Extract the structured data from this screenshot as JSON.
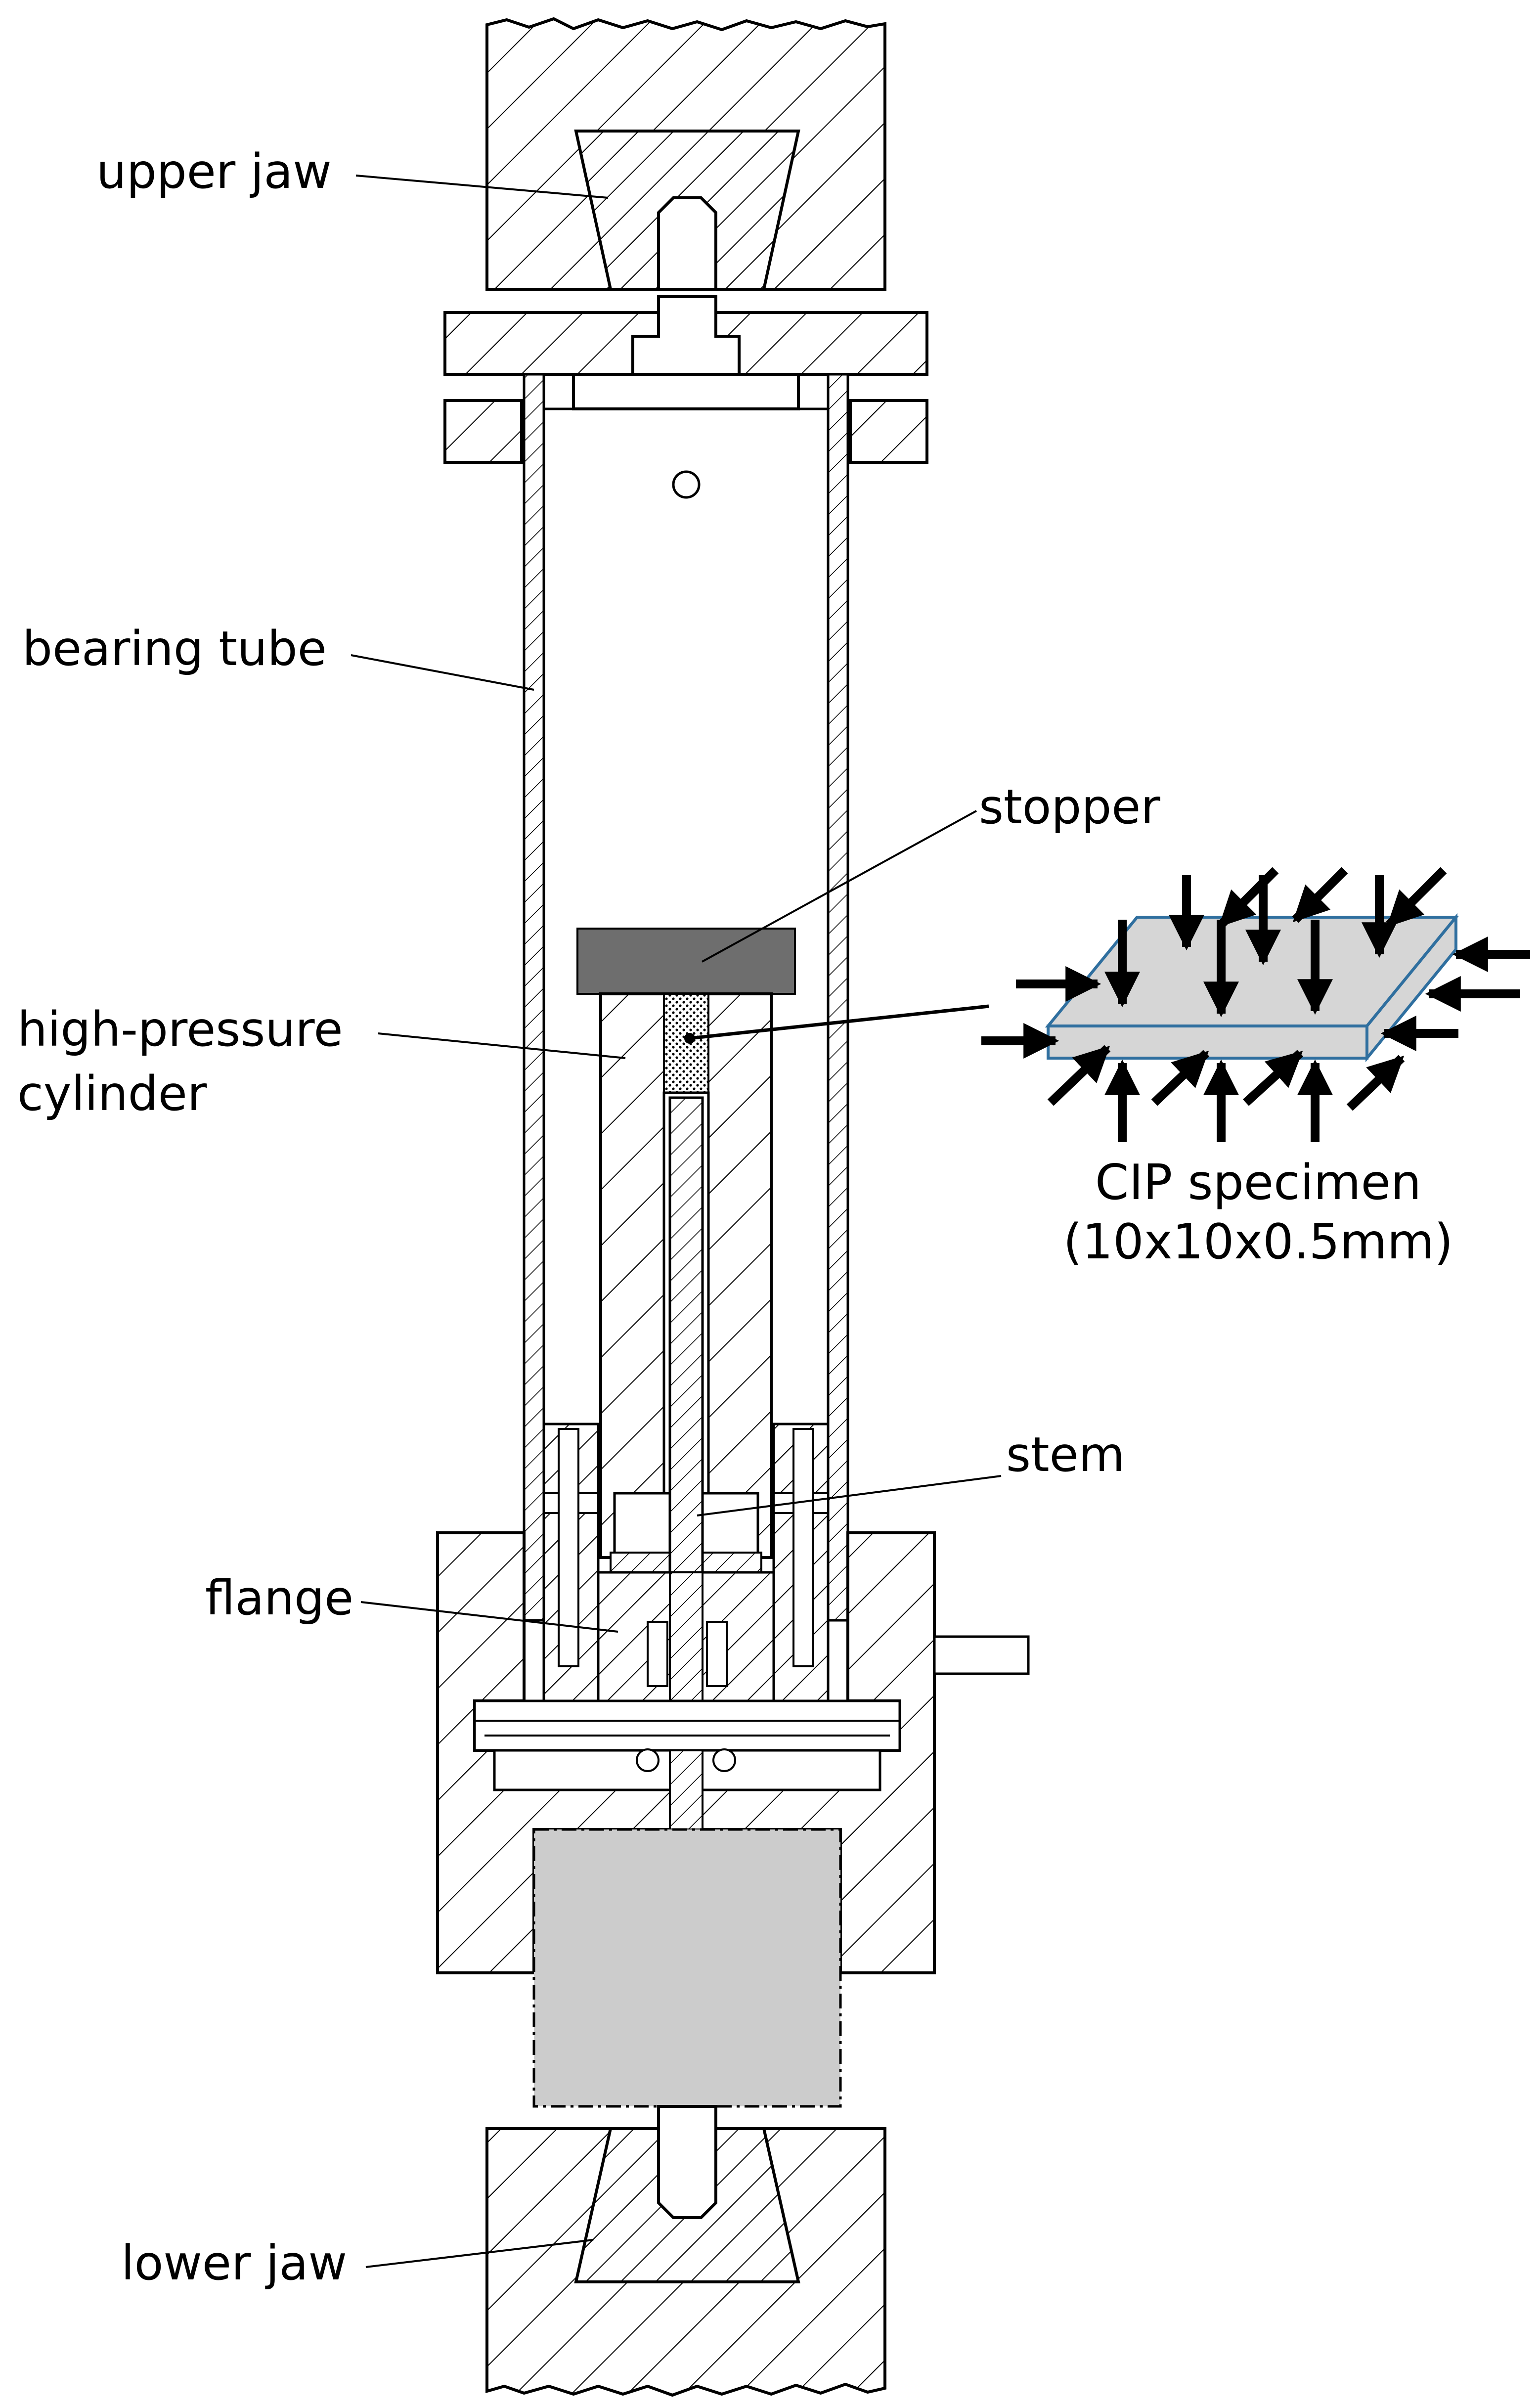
{
  "labels": {
    "upper_jaw": "upper jaw",
    "bearing_tube": "bearing tube",
    "stopper": "stopper",
    "high_pressure_1": "high-pressure",
    "high_pressure_2": "cylinder",
    "stem": "stem",
    "flange": "flange",
    "lower_jaw": "lower jaw"
  },
  "specimen": {
    "caption_1": "CIP specimen",
    "caption_2": "(10x10x0.5mm)"
  },
  "colors": {
    "line": "#000000",
    "stopper_fill": "#6e6e6e",
    "body_fill": "#cccccc",
    "specimen_fill": "#d6d6d6",
    "specimen_edge": "#2f6f9f"
  }
}
